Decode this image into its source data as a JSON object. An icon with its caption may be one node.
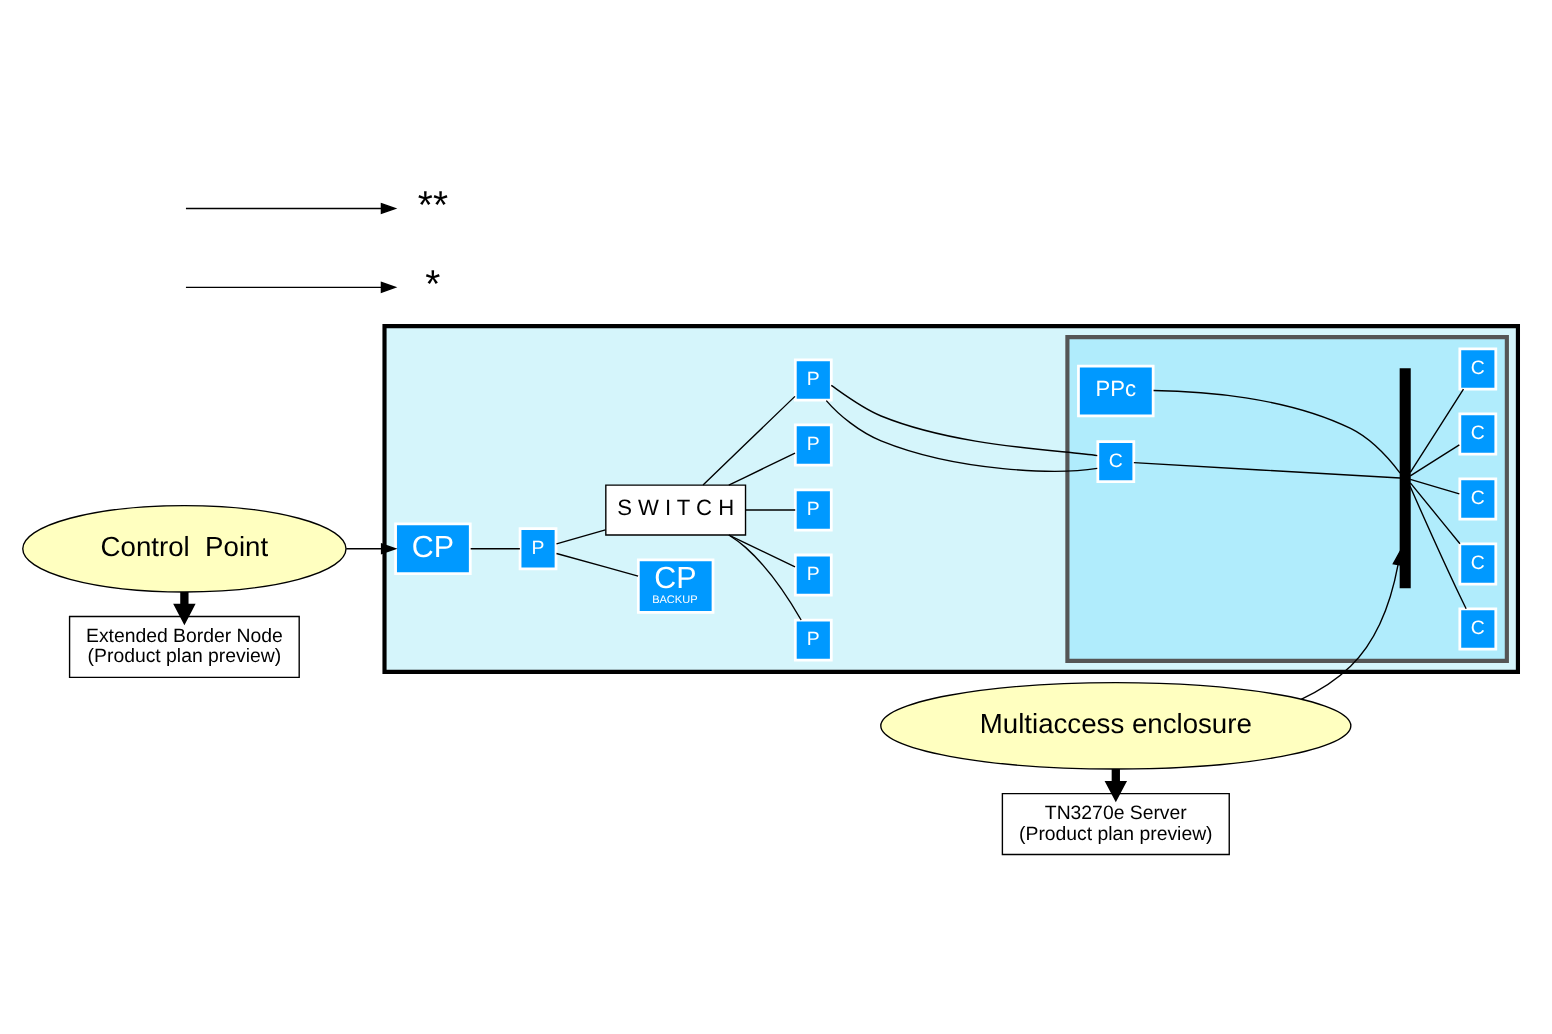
{
  "diagram": {
    "nodes": [
      {
        "text": [
          "Control  Point"
        ]
      },
      {
        "text": [
          "Extended Border Node",
          "(Product plan preview)"
        ]
      },
      {
        "text": [
          "Multiaccess enclosure"
        ]
      },
      {
        "text": [
          "TN3270e Server",
          "(Product plan preview)"
        ]
      },
      {
        "text": [],
        "shape": "box"
      },
      {
        "text": [
          "CP"
        ],
        "in": 4
      },
      {
        "text": [
          "P"
        ],
        "in": 4
      },
      {
        "text": [
          "CP",
          "BACKUP"
        ],
        "in": 4
      },
      {
        "text": [
          "S W I T C H"
        ],
        "in": 4
      },
      {
        "text": [
          "P"
        ],
        "in": 4
      },
      {
        "text": [
          "P"
        ],
        "in": 4
      },
      {
        "text": [
          "P"
        ],
        "in": 4
      },
      {
        "text": [
          "P"
        ],
        "in": 4
      },
      {
        "text": [
          "P"
        ],
        "in": 4
      },
      {
        "text": [],
        "shape": "box",
        "in": 4
      },
      {
        "text": [
          "PPc"
        ],
        "in": 14
      },
      {
        "text": [
          "C"
        ],
        "in": 14
      },
      {
        "text": [],
        "shape": "bar",
        "in": 14
      },
      {
        "text": [
          "C"
        ],
        "in": 14
      },
      {
        "text": [
          "C"
        ],
        "in": 14
      },
      {
        "text": [
          "C"
        ],
        "in": 14
      },
      {
        "text": [
          "C"
        ],
        "in": 14
      },
      {
        "text": [
          "C"
        ],
        "in": 14
      },
      {
        "text": [
          "*"
        ]
      },
      {
        "text": [
          "**"
        ]
      }
    ],
    "edges": [
      {
        "from": 0,
        "to": 1,
        "arrow": "to",
        "style": "thick"
      },
      {
        "from": 2,
        "to": 3,
        "arrow": "to",
        "style": "thick"
      },
      {
        "from": 0,
        "to": 5,
        "arrow": "to"
      },
      {
        "from": 2,
        "to": 17,
        "arrow": "to"
      },
      {
        "from": 5,
        "to": 6,
        "arrow": "none"
      },
      {
        "from": 6,
        "to": 7,
        "arrow": "none"
      },
      {
        "from": 6,
        "to": 8,
        "arrow": "none"
      },
      {
        "from": 8,
        "to": 9,
        "arrow": "none"
      },
      {
        "from": 8,
        "to": 10,
        "arrow": "none"
      },
      {
        "from": 8,
        "to": 11,
        "arrow": "none"
      },
      {
        "from": 8,
        "to": 12,
        "arrow": "none"
      },
      {
        "from": 8,
        "to": 13,
        "arrow": "none"
      },
      {
        "from": 13,
        "to": 16,
        "arrow": "none"
      },
      {
        "from": 13,
        "to": 16,
        "arrow": "none"
      },
      {
        "from": 15,
        "to": 17,
        "arrow": "none"
      },
      {
        "from": 16,
        "to": 17,
        "arrow": "none"
      },
      {
        "from": 17,
        "to": 18,
        "arrow": "none"
      },
      {
        "from": 17,
        "to": 19,
        "arrow": "none"
      },
      {
        "from": 17,
        "to": 20,
        "arrow": "none"
      },
      {
        "from": 17,
        "to": 21,
        "arrow": "none"
      },
      {
        "from": 17,
        "to": 22,
        "arrow": "none"
      },
      {
        "from": null,
        "to": 23,
        "arrow": "to"
      },
      {
        "from": null,
        "to": 24,
        "arrow": "to"
      }
    ]
  }
}
